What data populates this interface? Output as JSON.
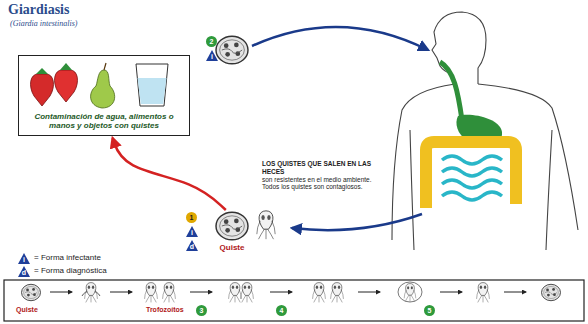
{
  "diagram": {
    "title": "Giardiasis",
    "nodes": [
      {
        "text": [
          "Contaminación de agua, alimentos o manos y objetos con quistes"
        ]
      },
      {
        "text": [
          "Quiste"
        ]
      }
    ],
    "edges": [
      {
        "from": 1,
        "to": 0,
        "arrow": "to"
      }
    ],
    "labels": [
      "(Giardia intestinalis)",
      "2",
      "i",
      "LOS QUISTES QUE SALEN EN LAS HECES",
      "son resistentes en el medio ambiente.",
      "Todos los quistes son contagiosos.",
      "1",
      "i",
      "d",
      "i",
      "d",
      "Quiste",
      "Trofozoítos",
      "3",
      "4",
      "5"
    ],
    "legend": [
      {
        "text": "= Forma infectante"
      },
      {
        "text": "= Forma diagnóstica"
      }
    ]
  }
}
